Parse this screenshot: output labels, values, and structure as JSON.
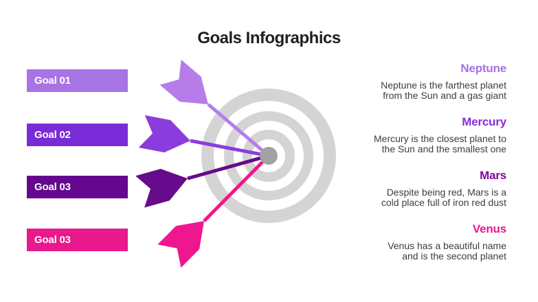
{
  "slide": {
    "title": "Goals Infographics",
    "background_color": "#ffffff",
    "title_color": "#211d21"
  },
  "goals": [
    {
      "label": "Goal 01",
      "color": "#a873e3"
    },
    {
      "label": "Goal 02",
      "color": "#7a2bd8"
    },
    {
      "label": "Goal 03",
      "color": "#65078f"
    },
    {
      "label": "Goal 03",
      "color": "#e9188c"
    }
  ],
  "target": {
    "ring_color": "#d4d4d4",
    "bullseye_color": "#a2a2a2",
    "arrows": [
      {
        "name": "arrow-goal-01",
        "color": "#b67de9"
      },
      {
        "name": "arrow-goal-02",
        "color": "#8a3cdd"
      },
      {
        "name": "arrow-goal-03",
        "color": "#650b8b"
      },
      {
        "name": "arrow-goal-04",
        "color": "#ee178f"
      }
    ]
  },
  "planets": [
    {
      "name": "Neptune",
      "color": "#a76fe3",
      "lines": [
        "Neptune is the farthest planet",
        "from the Sun and a gas giant"
      ]
    },
    {
      "name": "Mercury",
      "color": "#8d2bdb",
      "lines": [
        "Mercury is the closest planet to",
        "the Sun and the smallest one"
      ]
    },
    {
      "name": "Mars",
      "color": "#7c0d99",
      "lines": [
        "Despite being red, Mars is a",
        "cold place full of iron red dust"
      ]
    },
    {
      "name": "Venus",
      "color": "#ec158d",
      "lines": [
        "Venus has a beautiful name",
        "and is the second planet"
      ]
    }
  ]
}
